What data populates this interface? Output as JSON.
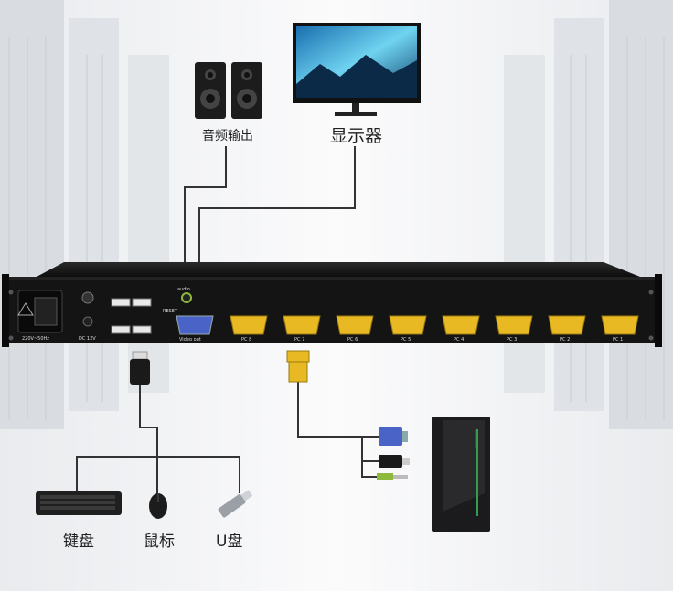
{
  "labels": {
    "audio_out": "音频输出",
    "monitor": "显示器",
    "keyboard": "键盘",
    "mouse": "鼠标",
    "usb_drive": "U盘"
  },
  "panel": {
    "power_rating": "220V~50Hz",
    "dc_label": "DC 12V",
    "audio_label": "audio",
    "reset_label": "RESET",
    "video_out_label": "Video out",
    "pc_ports": [
      "PC 8",
      "PC 7",
      "PC 6",
      "PC 5",
      "PC 4",
      "PC 3",
      "PC 2",
      "PC 1"
    ]
  },
  "colors": {
    "vga_in": "#e8b923",
    "vga_out": "#4a63c7",
    "chassis": "#141414",
    "background": "#f3f4f6",
    "cable": "#333333",
    "audio_plug": "#8fb93a"
  },
  "icons": [
    "speaker-icon",
    "monitor-icon",
    "keyboard-icon",
    "mouse-icon",
    "usb-drive-icon",
    "pc-tower-icon"
  ]
}
